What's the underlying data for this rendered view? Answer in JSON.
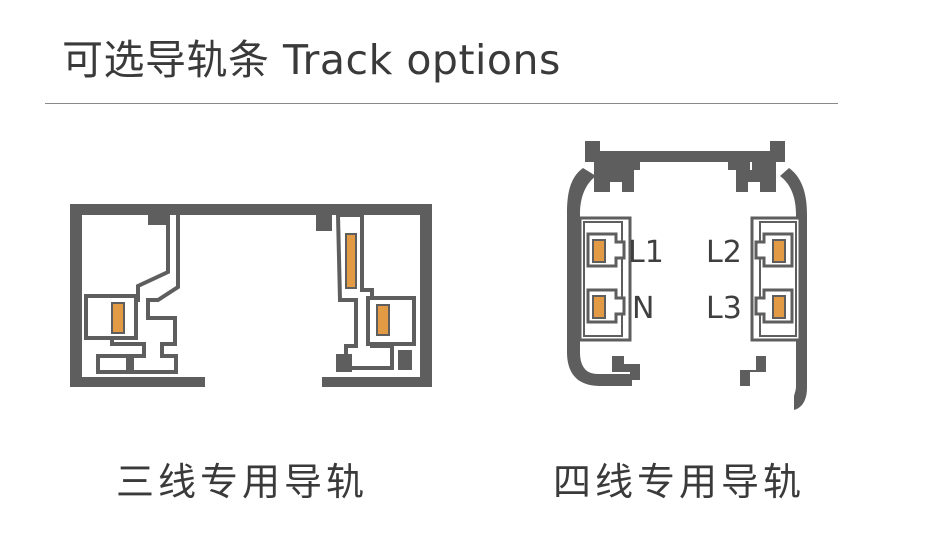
{
  "title": "可选导轨条 Track options",
  "colors": {
    "track_body": "#5f5e5e",
    "track_inner": "#ffffff",
    "conductor": "#e39a44",
    "text": "#3a3a3a",
    "rule": "#8a8a8a"
  },
  "tracks": [
    {
      "caption": "三线专用导轨"
    },
    {
      "caption": "四线专用导轨",
      "wires": {
        "l1": "L1",
        "n": "N",
        "l2": "L2",
        "l3": "L3"
      }
    }
  ]
}
